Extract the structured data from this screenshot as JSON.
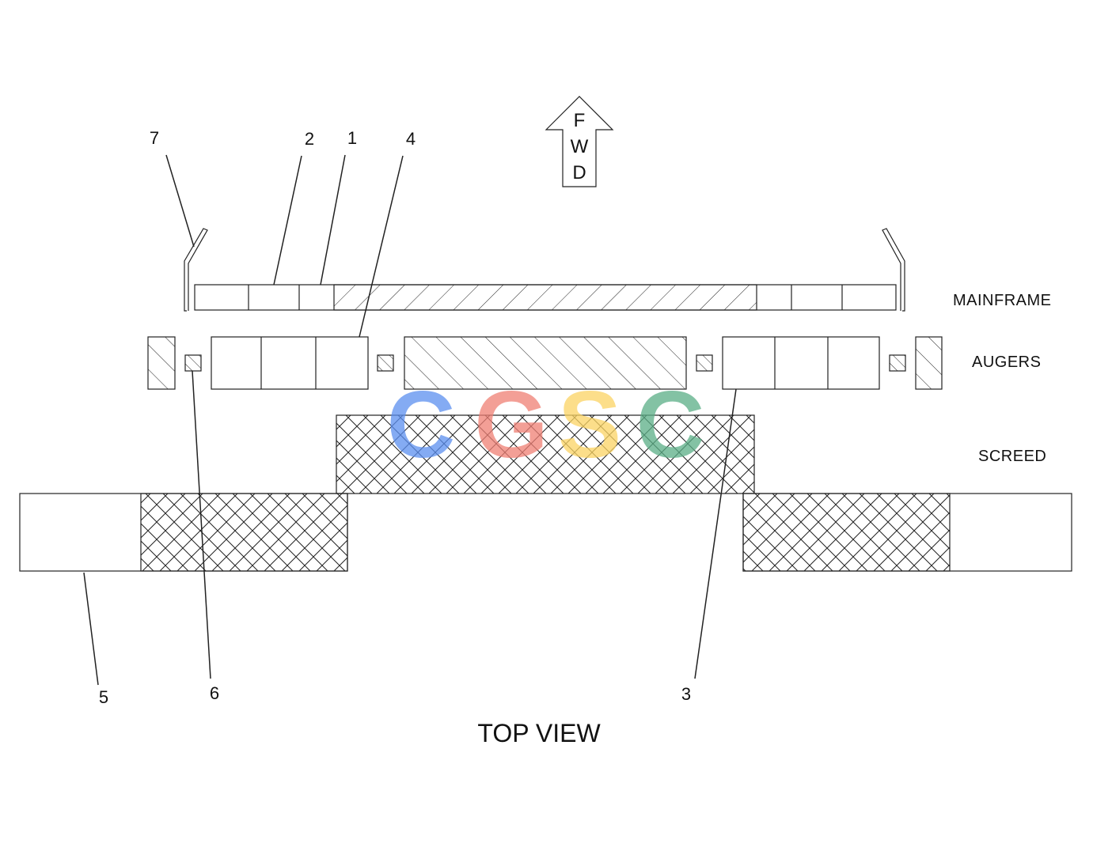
{
  "diagram": {
    "title": "TOP VIEW",
    "arrow_letters": [
      "F",
      "W",
      "D"
    ],
    "row_labels": {
      "mainframe": "MAINFRAME",
      "augers": "AUGERS",
      "screed": "SCREED"
    },
    "callouts": [
      "7",
      "2",
      "1",
      "4",
      "6",
      "5",
      "3"
    ]
  },
  "watermark": {
    "letters": [
      "C",
      "G",
      "S",
      "C"
    ],
    "colors": [
      "#5b8ff0",
      "#ef7f74",
      "#fbd463",
      "#5aae86"
    ]
  }
}
